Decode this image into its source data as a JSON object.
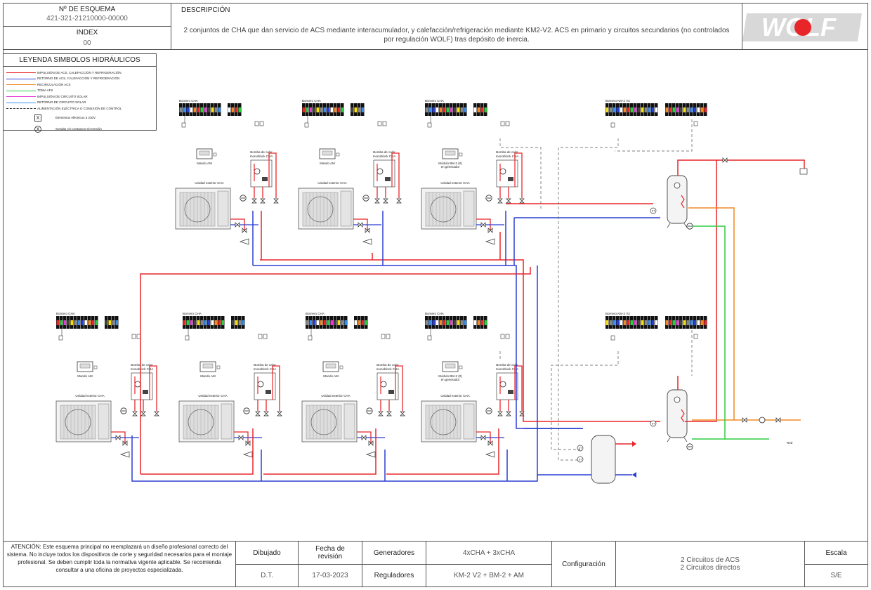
{
  "header": {
    "scheme_label": "Nº DE ESQUEMA",
    "scheme_number": "421-321-21210000-00000",
    "index_label": "INDEX",
    "index_value": "00",
    "description_label": "DESCRIPCIÓN",
    "description_text": "2 conjuntos de CHA que dan servicio de ACS mediante interacumulador, y calefacción/refrigeración mediante KM2-V2. ACS en primario y circuitos secundarios (no controlados por regulación WOLF) tras depósito de inercia.",
    "logo_text": "WOLF"
  },
  "legend": {
    "title": "LEYENDA SIMBOLOS HIDRÁULICOS",
    "items": [
      {
        "label": "IMPULSIÓN DE ACS, CALEFACCIÓN Y REFRIGERACIÓN",
        "color": "#e8262a",
        "style": "solid"
      },
      {
        "label": "RETORNO DE ACS, CALEFACCIÓN Y REFRIGERACIÓN",
        "color": "#2a3fd1",
        "style": "solid"
      },
      {
        "label": "RECIRCULACIÓN ACS",
        "color": "#f08a24",
        "style": "solid"
      },
      {
        "label": "TOMA AFS",
        "color": "#2ecc40",
        "style": "solid"
      },
      {
        "label": "IMPULSIÓN DE CIRCUITO SOLAR",
        "color": "#e83ad6",
        "style": "solid"
      },
      {
        "label": "RETORNO DE CIRCUITO SOLAR",
        "color": "#3a8ee8",
        "style": "solid"
      },
      {
        "label": "ALIMENTACIÓN ELÉCTRICA O CONEXIÓN DE CONTROL",
        "color": "#333333",
        "style": "dashed"
      }
    ],
    "symbols": [
      {
        "glyph": "X",
        "label": "Elementos eléctricos a 230V"
      },
      {
        "glyph": "X",
        "label": "Sondas y/o contactos sin tensión"
      }
    ]
  },
  "diagram": {
    "bornero_cha": "Bornero CHA",
    "bornero_km2": "Bornero KM-2 V2",
    "mando_am": "Mando AM",
    "modulo_bm2_line1": "Módulo BM-2 (0)",
    "modulo_bm2_line2": "en generador",
    "bomba_line1": "Bomba de calor",
    "bomba_line2": "monoblock CHA",
    "unidad_exterior": "Unidad exterior CHA",
    "red": "Red",
    "sensor_tag": "ST"
  },
  "footer": {
    "attention": "ATENCIÓN: Este esquema principal no reemplazará un diseño profesional correcto del sistema. No incluye todos los dispositivos de corte y seguridad necesarios para el montaje profesional. Se deben cumplir toda la normativa vigente aplicable. Se recomienda consultar a una oficina de proyectos especializada.",
    "dibujado_label": "Dibujado",
    "dibujado_value": "D.T.",
    "fecha_label": "Fecha de revisión",
    "fecha_value": "17-03-2023",
    "generadores_label": "Generadores",
    "generadores_value": "4xCHA  + 3xCHA",
    "reguladores_label": "Reguladores",
    "reguladores_value": "KM-2 V2 + BM-2 + AM",
    "configuracion_label": "Configuración",
    "configuracion_line1": "2 Circuitos de ACS",
    "configuracion_line2": "2 Circuitos directos",
    "escala_label": "Escala",
    "escala_value": "S/E"
  },
  "colors": {
    "supply": "#e8262a",
    "return": "#2a3fd1",
    "recirc": "#f08a24",
    "cold": "#2ecc40",
    "control": "#555555"
  }
}
